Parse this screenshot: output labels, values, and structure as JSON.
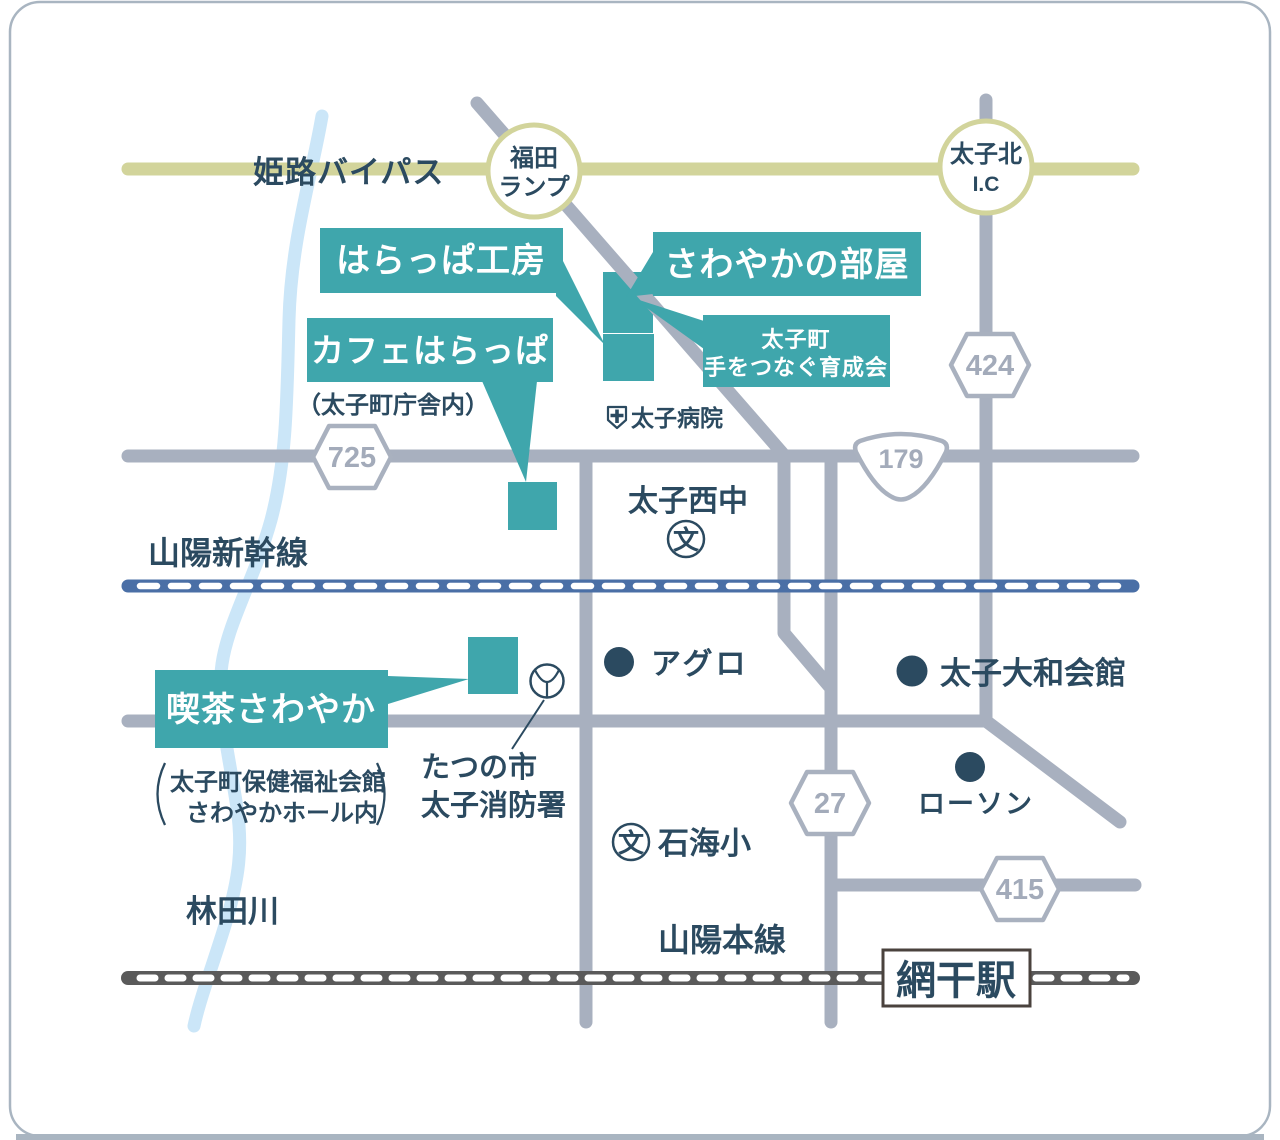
{
  "colors": {
    "teal_label": "#3fa6ac",
    "navy_text": "#2b4a60",
    "road_gray": "#a8b0bf",
    "bypass_olive": "#d2d49b",
    "shinkansen_blue": "#4a6fa6",
    "railway_dark": "#5a5a5a",
    "river_blue": "#cbe6f8",
    "route_number_gray": "#a3abba",
    "card_edge": "#a9b5c1"
  },
  "highways": {
    "bypass": "姫路バイパス",
    "ramp": {
      "line1": "福田",
      "line2": "ランプ"
    },
    "ic": {
      "line1": "太子北",
      "line2": "I.C"
    }
  },
  "routes": {
    "r725": "725",
    "r424": "424",
    "r179": "179",
    "r27": "27",
    "r415": "415"
  },
  "railways": {
    "shinkansen": "山陽新幹線",
    "mainline": "山陽本線",
    "station": "網干駅"
  },
  "river": {
    "name": "林田川"
  },
  "facilities": {
    "harappa_kobo": "はらっぱ工房",
    "sawayaka_room": "さわやかの部屋",
    "cafe_harappa": "カフェはらっぱ",
    "cafe_harappa_note": "（太子町庁舎内）",
    "ikuseikai": {
      "line1": "太子町",
      "line2": "手をつなぐ育成会"
    },
    "kissa_sawayaka": "喫茶さわやか",
    "kissa_note": {
      "line1": "太子町保健福祉会館",
      "line2": "さわやかホール内"
    },
    "hospital": "太子病院",
    "junior_high": "太子西中",
    "elementary": "石海小",
    "fire_station": {
      "line1": "たつの市",
      "line2": "太子消防署"
    },
    "agro": "アグロ",
    "yamato_kaikan": "太子大和会館",
    "lawson": "ローソン",
    "school_symbol": "文"
  }
}
